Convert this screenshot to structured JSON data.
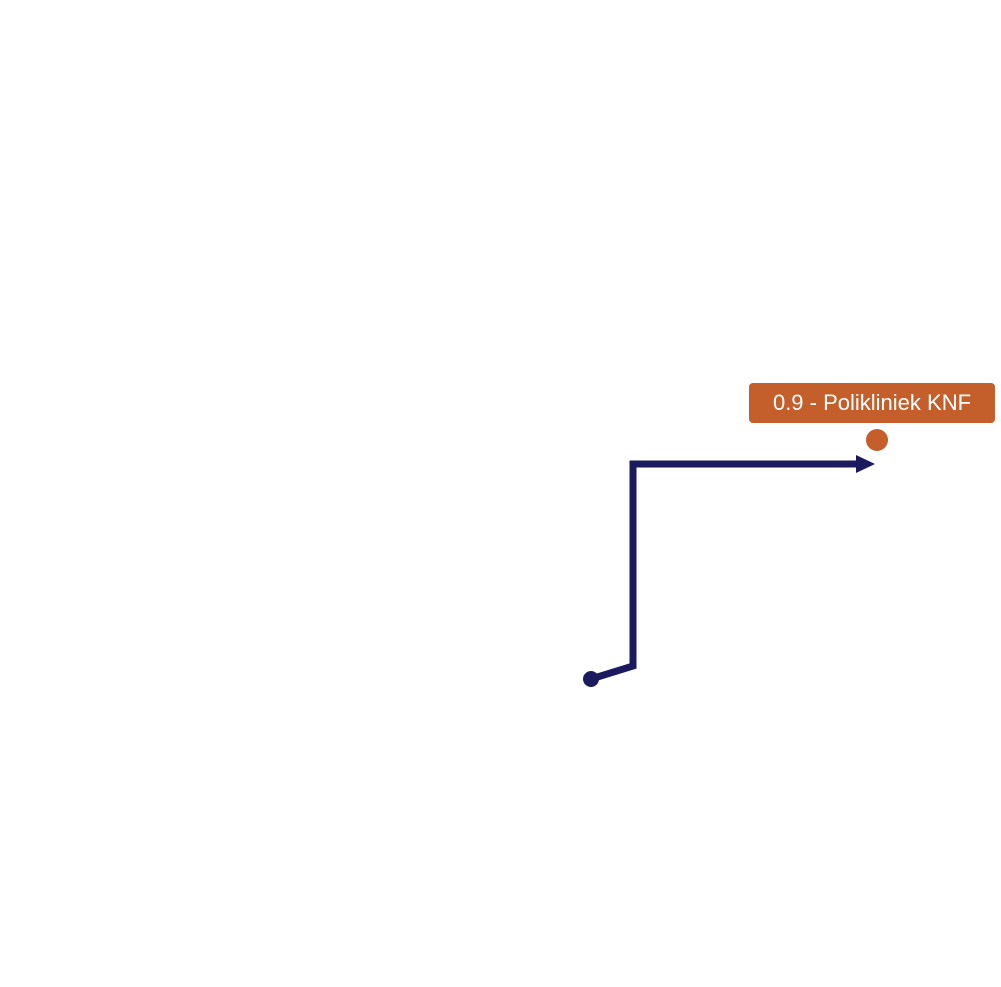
{
  "map": {
    "background_color": "#ffffff"
  },
  "route": {
    "line_color": "#1b1a5e",
    "start_marker": "route-start-dot",
    "end_marker": "route-arrow-head"
  },
  "destination": {
    "label": "0.9 - Polikliniek KNF",
    "marker": "location-dot",
    "color": "#c45e2a"
  }
}
